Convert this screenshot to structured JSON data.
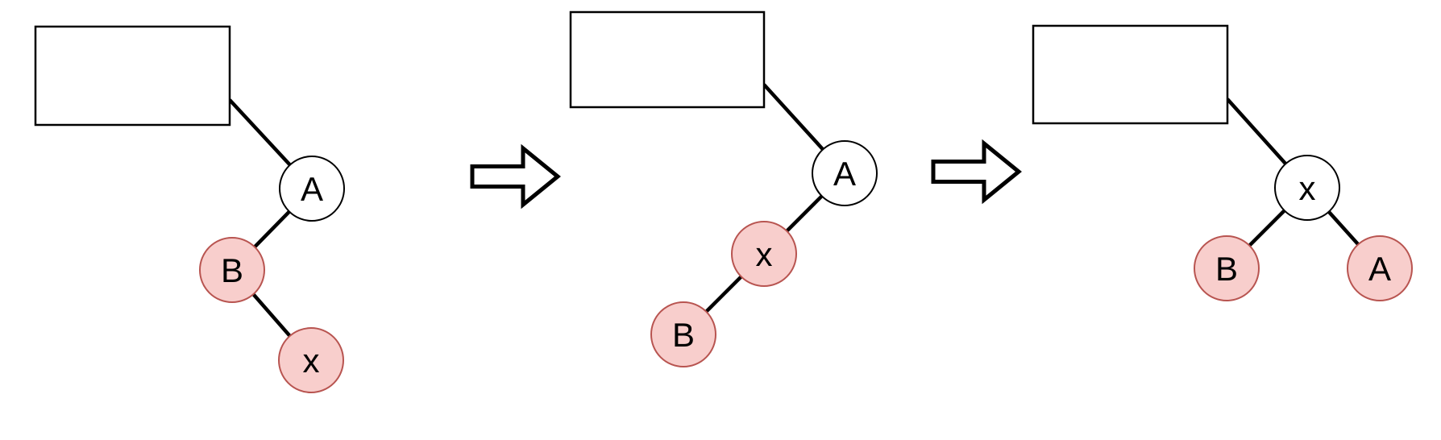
{
  "figure": {
    "colors": {
      "background": "#ffffff",
      "edge": "#000000",
      "box_fill": "#ffffff",
      "box_stroke": "#000000",
      "white_node_fill": "#ffffff",
      "white_node_stroke": "#000000",
      "pink_node_fill": "#f8cecc",
      "pink_node_stroke": "#b85450",
      "label_color": "#000000",
      "arrow_fill": "#ffffff",
      "arrow_stroke": "#000000"
    },
    "panels": [
      {
        "name": "step-1",
        "box_text": "",
        "nodes": [
          {
            "label": "A",
            "style": "white",
            "role": "grandparent"
          },
          {
            "label": "B",
            "style": "pink",
            "role": "parent"
          },
          {
            "label": "x",
            "style": "pink",
            "role": "child"
          }
        ]
      },
      {
        "name": "step-2",
        "box_text": "",
        "nodes": [
          {
            "label": "A",
            "style": "white",
            "role": "grandparent"
          },
          {
            "label": "x",
            "style": "pink",
            "role": "parent"
          },
          {
            "label": "B",
            "style": "pink",
            "role": "child"
          }
        ]
      },
      {
        "name": "step-3",
        "box_text": "",
        "nodes": [
          {
            "label": "x",
            "style": "white",
            "role": "root"
          },
          {
            "label": "B",
            "style": "pink",
            "role": "left-child"
          },
          {
            "label": "A",
            "style": "pink",
            "role": "right-child"
          }
        ]
      }
    ],
    "labels": {
      "t1A": "A",
      "t1B": "B",
      "t1x": "x",
      "t2A": "A",
      "t2x": "x",
      "t2B": "B",
      "t3x": "x",
      "t3B": "B",
      "t3A": "A"
    },
    "arrows": [
      {
        "glyph": "right-block-arrow"
      },
      {
        "glyph": "right-block-arrow"
      }
    ]
  }
}
